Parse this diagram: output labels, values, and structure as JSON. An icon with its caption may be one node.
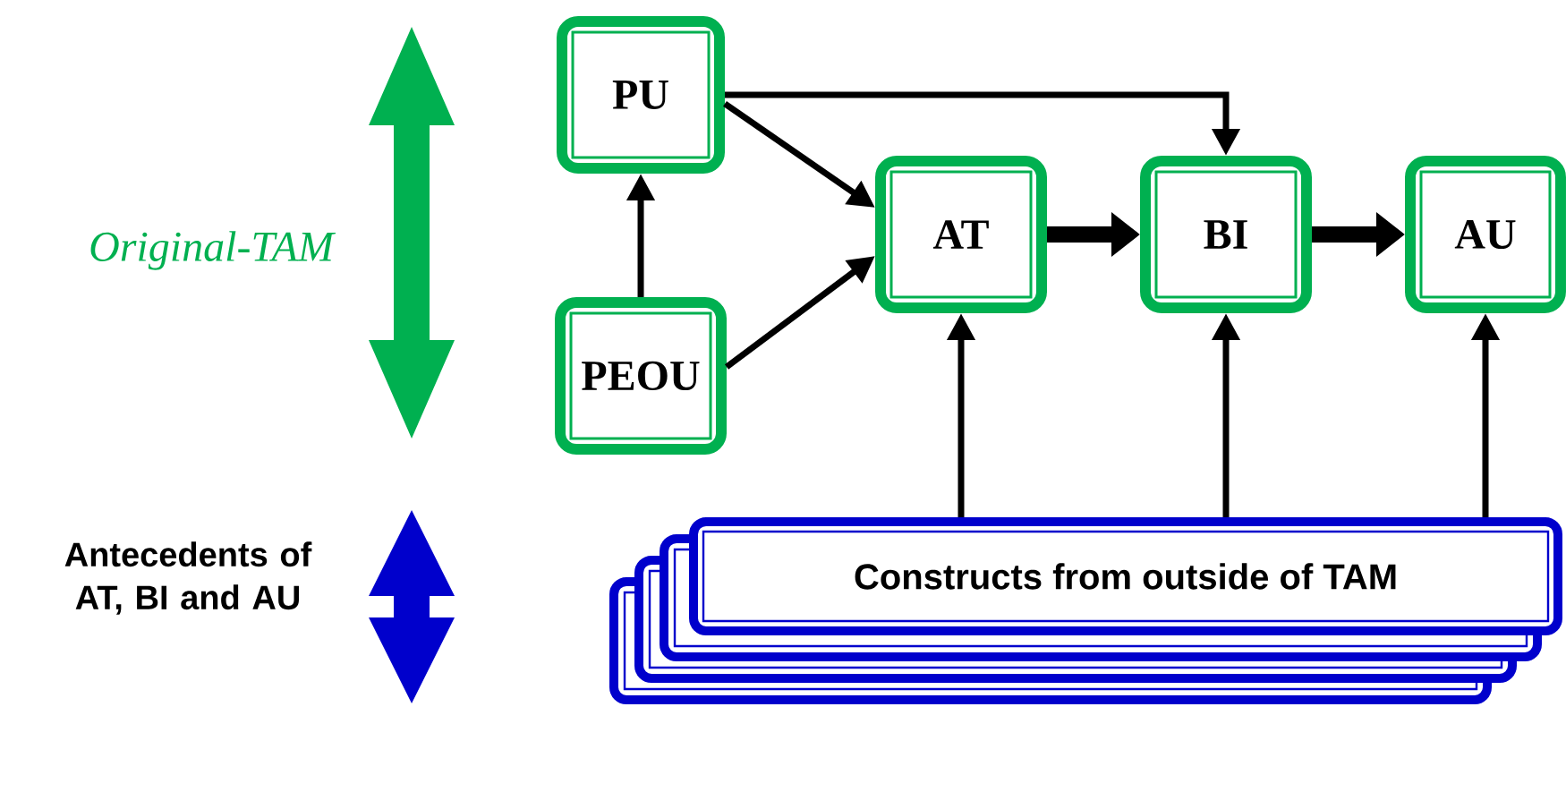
{
  "diagram": {
    "nodes": [
      {
        "text": [
          "PU"
        ]
      },
      {
        "text": [
          "PEOU"
        ]
      },
      {
        "text": [
          "AT"
        ]
      },
      {
        "text": [
          "BI"
        ]
      },
      {
        "text": [
          "AU"
        ]
      },
      {
        "text": [
          "Constructs from outside of TAM"
        ]
      }
    ],
    "edges": [
      {
        "from": 1,
        "to": 0,
        "arrow": "to"
      },
      {
        "from": 0,
        "to": 2,
        "arrow": "to"
      },
      {
        "from": 1,
        "to": 2,
        "arrow": "to"
      },
      {
        "from": 0,
        "to": 3,
        "arrow": "to"
      },
      {
        "from": 2,
        "to": 3,
        "arrow": "to",
        "style": "thick"
      },
      {
        "from": 3,
        "to": 4,
        "arrow": "to",
        "style": "thick"
      },
      {
        "from": 5,
        "to": 2,
        "arrow": "to"
      },
      {
        "from": 5,
        "to": 3,
        "arrow": "to"
      },
      {
        "from": 5,
        "to": 4,
        "arrow": "to"
      }
    ],
    "labels": [
      "Original-TAM",
      "Antecedents of AT, BI and AU"
    ]
  }
}
